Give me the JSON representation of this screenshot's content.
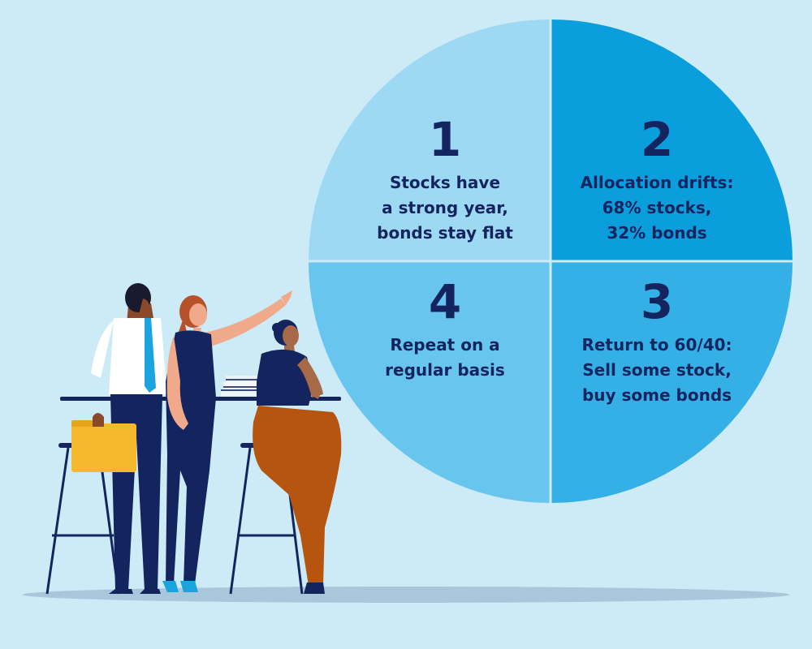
{
  "colors": {
    "background": "#cdeaf7",
    "quadrant_1": "#9dd9f3",
    "quadrant_2": "#0a9fdc",
    "quadrant_3": "#34b0e6",
    "quadrant_4": "#68c5ee",
    "divider": "#cdeaf7",
    "text": "#14245e"
  },
  "quadrants": [
    {
      "number": "1",
      "lines": [
        "Stocks have",
        "a strong year,",
        "bonds stay flat"
      ]
    },
    {
      "number": "2",
      "lines": [
        "Allocation drifts:",
        "68% stocks,",
        "32% bonds"
      ]
    },
    {
      "number": "3",
      "lines": [
        "Return to 60/40:",
        "Sell some stock,",
        "buy some bonds"
      ]
    },
    {
      "number": "4",
      "lines": [
        "Repeat on a",
        "regular basis"
      ]
    }
  ],
  "illustration": {
    "people": [
      "man-with-folder",
      "woman-pointing",
      "woman-seated"
    ],
    "props": [
      "folder-icon",
      "book-stack",
      "high-table",
      "bar-stools"
    ]
  }
}
